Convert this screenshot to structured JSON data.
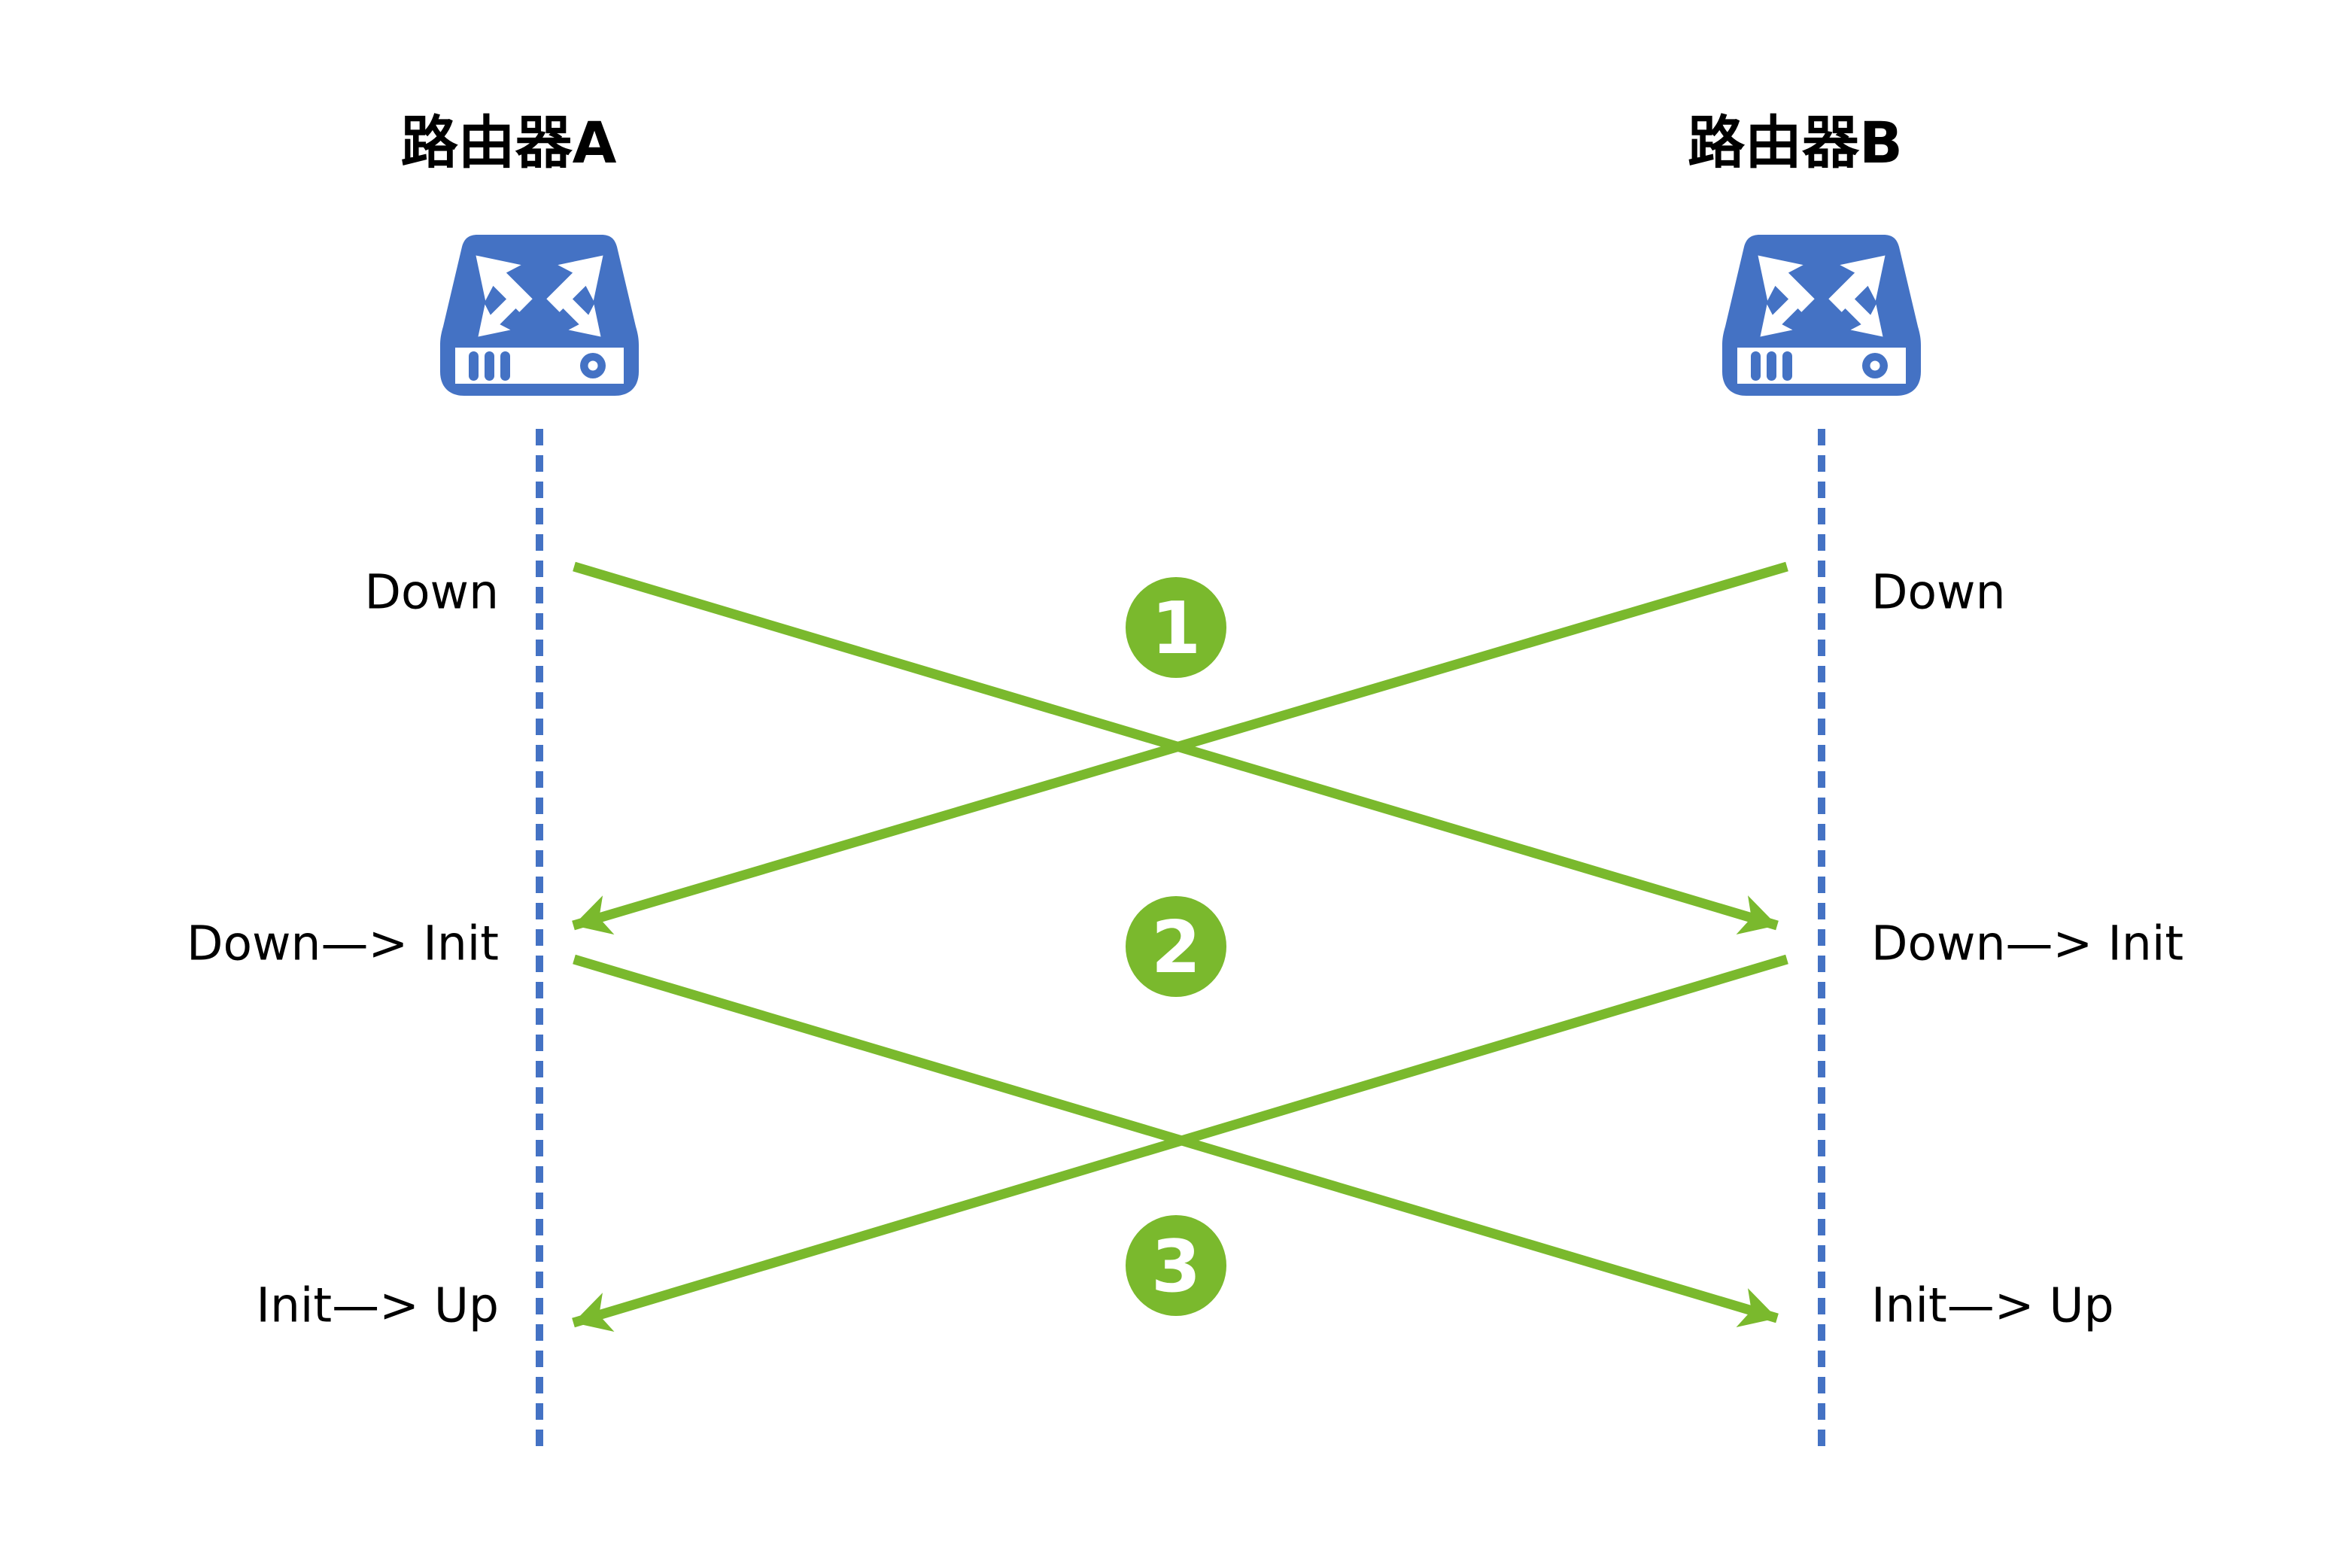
{
  "routers": {
    "a": "路由器A",
    "b": "路由器B"
  },
  "lane_a": {
    "states": [
      "Down",
      "Down—> Init",
      "Init—> Up"
    ]
  },
  "lane_b": {
    "states": [
      "Down",
      "Down—> Init",
      "Init—> Up"
    ]
  },
  "steps": [
    "1",
    "2",
    "3"
  ],
  "colors": {
    "router_blue": "#4472C4",
    "line_green": "#7AB92D",
    "text_black": "#000000"
  }
}
